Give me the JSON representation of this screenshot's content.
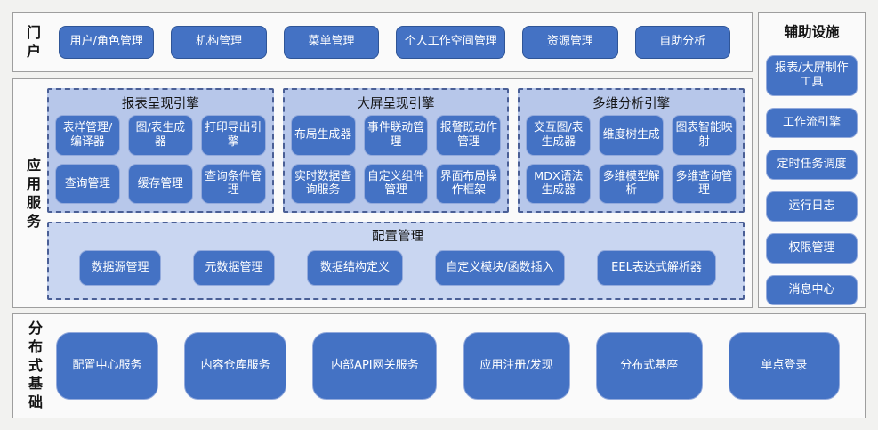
{
  "colors": {
    "page_bg": "#f2f2f0",
    "panel_bg": "#fafafa",
    "panel_border": "#9e9e9e",
    "node_fill": "#4472c4",
    "node_border_dark": "#2f5597",
    "node_border_light": "#93aadc",
    "engine_box_bg": "#b7c7ea",
    "config_box_bg": "#c9d6f1",
    "dashed_border": "#4a5f96",
    "node_text": "#ffffff"
  },
  "portal": {
    "label": "门户",
    "items": [
      "用户/角色管理",
      "机构管理",
      "菜单管理",
      "个人工作空间管理",
      "资源管理",
      "自助分析"
    ]
  },
  "app_services": {
    "label": "应用服务",
    "engines": [
      {
        "title": "报表呈现引擎",
        "items": [
          "表样管理/编译器",
          "图/表生成器",
          "打印导出引擎",
          "查询管理",
          "缓存管理",
          "查询条件管理"
        ]
      },
      {
        "title": "大屏呈现引擎",
        "items": [
          "布局生成器",
          "事件联动管理",
          "报警既动作管理",
          "实时数据查询服务",
          "自定义组件管理",
          "界面布局操作框架"
        ]
      },
      {
        "title": "多维分析引擎",
        "items": [
          "交互图/表生成器",
          "维度树生成",
          "图表智能映射",
          "MDX语法生成器",
          "多维模型解析",
          "多维查询管理"
        ]
      }
    ],
    "config": {
      "title": "配置管理",
      "items": [
        "数据源管理",
        "元数据管理",
        "数据结构定义",
        "自定义模块/函数插入",
        "EEL表达式解析器"
      ]
    }
  },
  "auxiliary": {
    "title": "辅助设施",
    "items": [
      "报表/大屏制作工具",
      "工作流引擎",
      "定时任务调度",
      "运行日志",
      "权限管理",
      "消息中心"
    ]
  },
  "foundation": {
    "label": "分布式基础",
    "items": [
      "配置中心服务",
      "内容仓库服务",
      "内部API网关服务",
      "应用注册/发现",
      "分布式基座",
      "单点登录"
    ]
  }
}
